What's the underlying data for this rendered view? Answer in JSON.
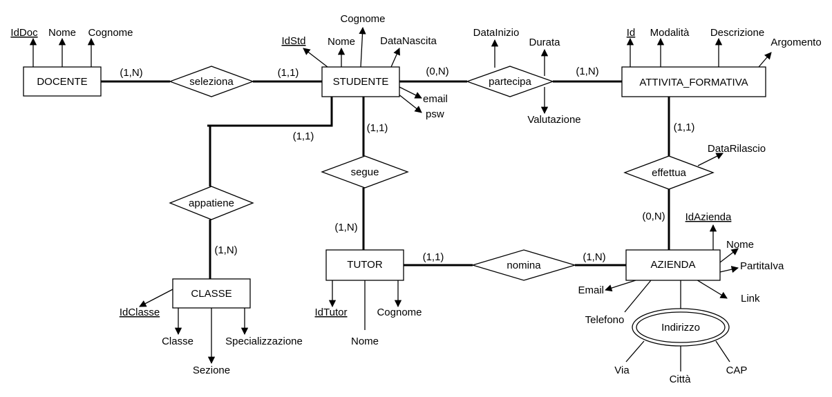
{
  "entities": {
    "docente": "DOCENTE",
    "studente": "STUDENTE",
    "attivita": "ATTIVITA_FORMATIVA",
    "tutor": "TUTOR",
    "azienda": "AZIENDA",
    "classe": "CLASSE"
  },
  "relationships": {
    "seleziona": "seleziona",
    "partecipa": "partecipa",
    "segue": "segue",
    "appatiene": "appatiene",
    "nomina": "nomina",
    "effettua": "effettua"
  },
  "attributes": {
    "docente": {
      "id": "IdDoc",
      "nome": "Nome",
      "cognome": "Cognome"
    },
    "studente": {
      "id": "IdStd",
      "nome": "Nome",
      "cognome": "Cognome",
      "datanascita": "DataNascita",
      "email": "email",
      "psw": "psw"
    },
    "partecipa": {
      "datainizio": "DataInizio",
      "durata": "Durata",
      "valutazione": "Valutazione"
    },
    "attivita": {
      "id": "Id",
      "modalita": "Modalità",
      "descrizione": "Descrizione",
      "argomento": "Argomento"
    },
    "effettua": {
      "datarilascio": "DataRilascio"
    },
    "azienda": {
      "id": "IdAzienda",
      "nome": "Nome",
      "partitaiva": "PartitaIva",
      "link": "Link",
      "email": "Email",
      "telefono": "Telefono",
      "indirizzo": "Indirizzo",
      "via": "Via",
      "citta": "Città",
      "cap": "CAP"
    },
    "tutor": {
      "id": "IdTutor",
      "nome": "Nome",
      "cognome": "Cognome"
    },
    "classe": {
      "id": "IdClasse",
      "classe": "Classe",
      "sezione": "Sezione",
      "specializzazione": "Specializzazione"
    }
  },
  "cardinalities": {
    "docente_seleziona": "(1,N)",
    "studente_seleziona": "(1,1)",
    "studente_partecipa": "(0,N)",
    "attivita_partecipa": "(1,N)",
    "studente_appatiene": "(1,1)",
    "classe_appatiene": "(1,N)",
    "studente_segue": "(1,1)",
    "tutor_segue": "(1,N)",
    "tutor_nomina": "(1,1)",
    "azienda_nomina": "(1,N)",
    "attivita_effettua": "(1,1)",
    "azienda_effettua": "(0,N)"
  }
}
